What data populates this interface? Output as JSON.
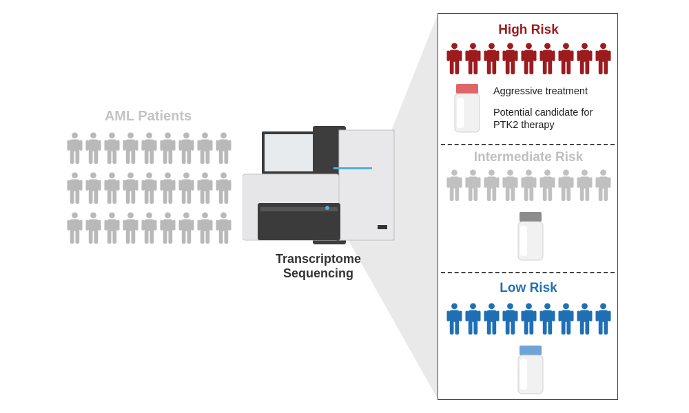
{
  "patients": {
    "label": "AML Patients",
    "rows": 3,
    "per_row": 9,
    "color": "#b9b9b9"
  },
  "sequencing": {
    "label_line1": "Transcriptome",
    "label_line2": "Sequencing"
  },
  "risk_groups": [
    {
      "label": "High Risk",
      "color": "#9b1b1f",
      "people": 9,
      "bottle_cap_color": "#e06666",
      "notes": [
        "Aggressive treatment",
        "Potential candidate for PTK2 therapy"
      ]
    },
    {
      "label": "Intermediate Risk",
      "color": "#c0c0c0",
      "people": 9,
      "bottle_cap_color": "#8c8c8c",
      "notes": []
    },
    {
      "label": "Low Risk",
      "color": "#1f6fb5",
      "people": 9,
      "bottle_cap_color": "#6fa3d8",
      "notes": []
    }
  ],
  "icons": {
    "person": "person-icon",
    "bottle": "medicine-bottle-icon",
    "machine": "sequencer-machine-icon"
  }
}
